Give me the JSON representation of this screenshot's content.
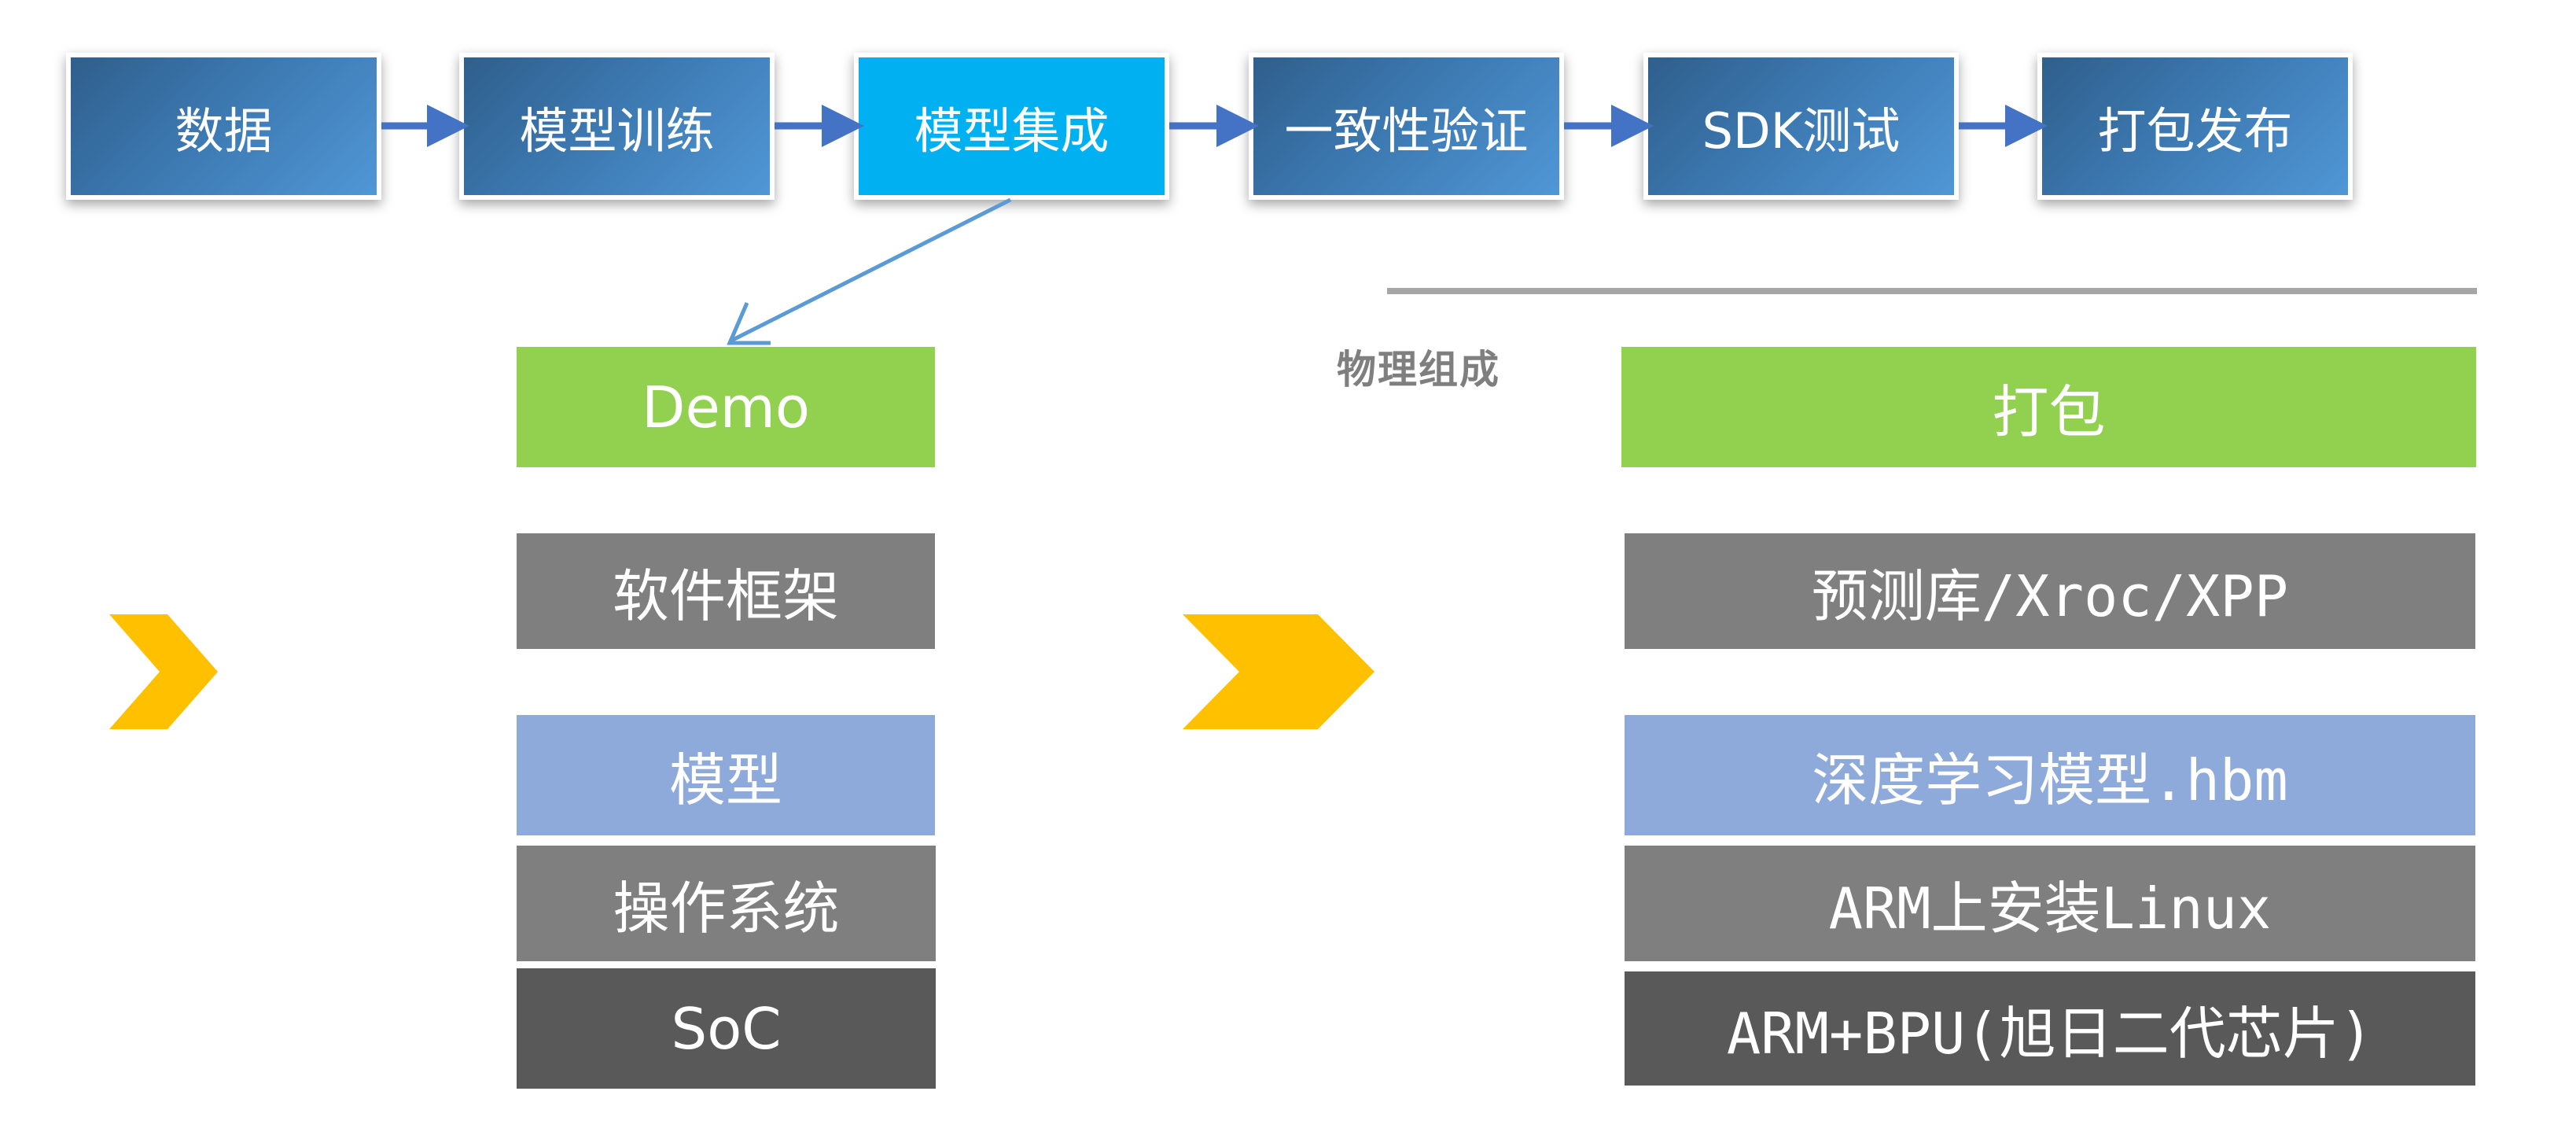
{
  "pipeline": {
    "steps": [
      {
        "label": "数据",
        "active": false
      },
      {
        "label": "模型训练",
        "active": false
      },
      {
        "label": "模型集成",
        "active": true
      },
      {
        "label": "一致性验证",
        "active": false
      },
      {
        "label": "SDK测试",
        "active": false
      },
      {
        "label": "打包发布",
        "active": false
      }
    ]
  },
  "section_label": "物理组成",
  "logical_stack": [
    {
      "label": "Demo",
      "color": "#92d050"
    },
    {
      "label": "软件框架",
      "color": "#7f7f7f"
    },
    {
      "label": "模型",
      "color": "#8eaadb"
    },
    {
      "label": "操作系统",
      "color": "#7f7f7f"
    },
    {
      "label": "SoC",
      "color": "#595959"
    }
  ],
  "physical_stack": [
    {
      "label": "打包",
      "color": "#92d050"
    },
    {
      "label": "预测库/Xroc/XPP",
      "color": "#7f7f7f"
    },
    {
      "label": "深度学习模型.hbm",
      "color": "#8eaadb"
    },
    {
      "label": "ARM上安装Linux",
      "color": "#7f7f7f"
    },
    {
      "label": "ARM+BPU(旭日二代芯片)",
      "color": "#595959"
    }
  ],
  "colors": {
    "step_gradient_start": "#2f5f8c",
    "step_gradient_end": "#5097d6",
    "step_active": "#00b0f0",
    "flow_arrow": "#4472c4",
    "connector": "#5b9bd5",
    "chevron": "#ffc000",
    "divider": "#a6a6a6"
  }
}
